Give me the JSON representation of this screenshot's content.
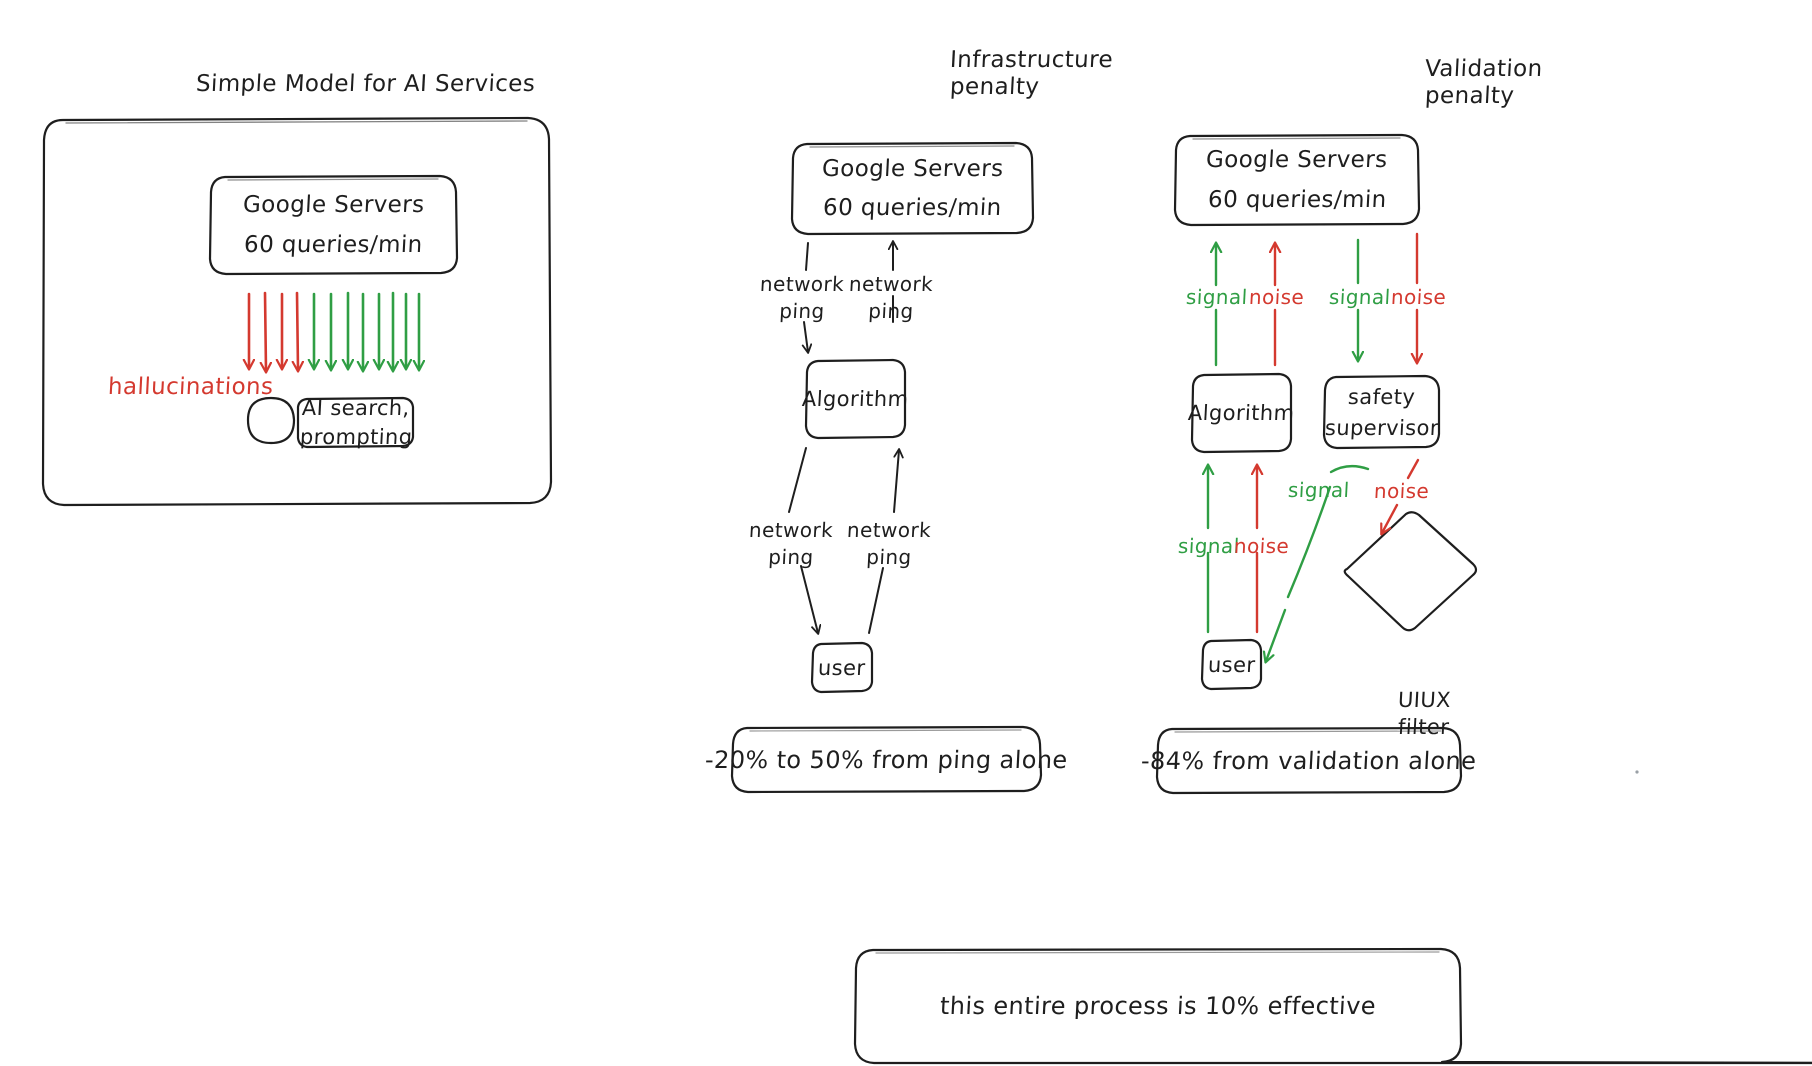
{
  "meta": {
    "background": "#ffffff",
    "ink": "#1e1e1e",
    "red": "#d4392f",
    "green": "#2f9e44"
  },
  "panels": {
    "left": {
      "title": "Simple Model for AI Services",
      "nodes": {
        "google_servers": {
          "line1": "Google Servers",
          "line2": "60 queries/min"
        },
        "ai_search": {
          "line1": "AI search,",
          "line2": "prompting"
        },
        "circle": {
          "label": ""
        }
      },
      "annotations": {
        "hallucinations": "hallucinations"
      },
      "arrows": {
        "red_count": 4,
        "green_count": 8,
        "red_color": "#d4392f",
        "green_color": "#2f9e44"
      }
    },
    "middle": {
      "title_line1": "Infrastructure",
      "title_line2": "penalty",
      "nodes": {
        "google_servers": {
          "line1": "Google Servers",
          "line2": "60 queries/min"
        },
        "algorithm": {
          "label": "Algorithm"
        },
        "user": {
          "label": "user"
        }
      },
      "edges": [
        {
          "name": "servers-to-algorithm",
          "line1": "network",
          "line2": "ping"
        },
        {
          "name": "algorithm-to-servers",
          "line1": "network",
          "line2": "ping"
        },
        {
          "name": "algorithm-to-user",
          "line1": "network",
          "line2": "ping"
        },
        {
          "name": "user-to-algorithm",
          "line1": "network",
          "line2": "ping"
        }
      ],
      "callout": "-20% to 50% from ping alone"
    },
    "right": {
      "title_line1": "Validation",
      "title_line2": "penalty",
      "nodes": {
        "google_servers": {
          "line1": "Google Servers",
          "line2": "60 queries/min"
        },
        "algorithm": {
          "label": "Algorithm"
        },
        "safety_supervisor": {
          "line1": "safety",
          "line2": "supervisor"
        },
        "uiux_filter": {
          "line1": "UIUX",
          "line2": "filter"
        },
        "user": {
          "label": "user"
        }
      },
      "edges": [
        {
          "name": "algorithm-to-servers-signal",
          "label": "signal",
          "color": "#2f9e44"
        },
        {
          "name": "servers-to-algorithm-noise",
          "label": "noise",
          "color": "#d4392f"
        },
        {
          "name": "servers-to-supervisor-signal",
          "label": "signal",
          "color": "#2f9e44"
        },
        {
          "name": "servers-to-supervisor-noise",
          "label": "noise",
          "color": "#d4392f"
        },
        {
          "name": "user-to-algorithm-signal",
          "label": "signal",
          "color": "#2f9e44"
        },
        {
          "name": "algorithm-to-user-noise",
          "label": "noise",
          "color": "#d4392f"
        },
        {
          "name": "filter-to-user-signal",
          "label": "signal",
          "color": "#2f9e44"
        },
        {
          "name": "supervisor-to-filter-noise",
          "label": "noise",
          "color": "#d4392f"
        }
      ],
      "callout": "-84% from validation alone"
    }
  },
  "summary": {
    "callout": "this entire process is 10% effective"
  }
}
